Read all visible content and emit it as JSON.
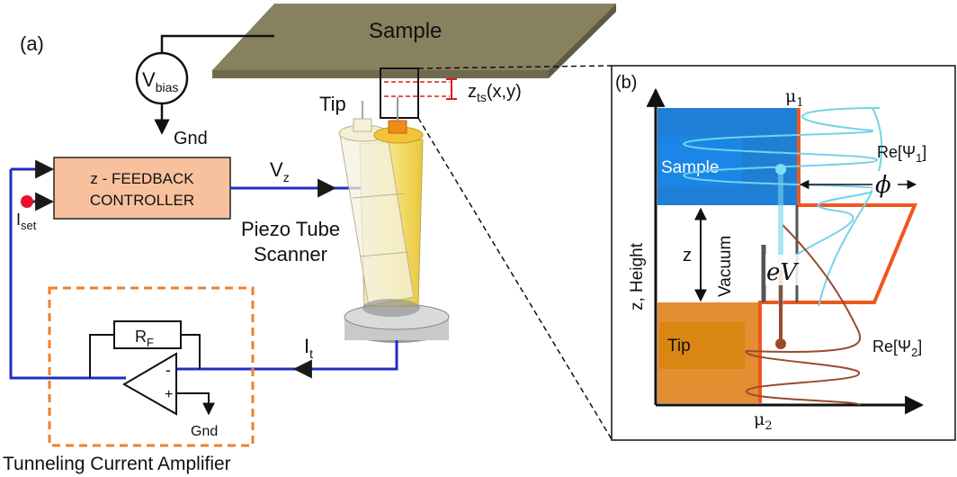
{
  "panel_a": {
    "label": "(a)",
    "sample": "Sample",
    "vbias": {
      "main": "V",
      "sub": "bias"
    },
    "gnd_top": "Gnd",
    "tip": "Tip",
    "zts": {
      "main": "z",
      "sub": "ts",
      "rest": "(x,y)"
    },
    "controller": {
      "line1": "z - FEEDBACK",
      "line2": "CONTROLLER"
    },
    "vz": {
      "main": "V",
      "sub": "z"
    },
    "iset": {
      "main": "I",
      "sub": "set"
    },
    "piezo": {
      "line1": "Piezo Tube",
      "line2": "Scanner"
    },
    "rf": {
      "main": "R",
      "sub": "F"
    },
    "it": {
      "main": "I",
      "sub": "t"
    },
    "gnd_amp": "Gnd",
    "amp_minus": "-",
    "amp_plus": "+",
    "amplifier_caption": "Tunneling Current Amplifier"
  },
  "panel_b": {
    "label": "(b)",
    "mu1": {
      "main": "μ",
      "sub": "1"
    },
    "mu2": {
      "main": "μ",
      "sub": "2"
    },
    "sample": "Sample",
    "tip": "Tip",
    "re_psi1": {
      "pre": "Re[Ψ",
      "sub": "1",
      "post": "]"
    },
    "re_psi2": {
      "pre": "Re[Ψ",
      "sub": "2",
      "post": "]"
    },
    "phi": "ϕ",
    "ev": "eV",
    "z": "z",
    "vacuum": "Vacuum",
    "height_axis": "z, Height"
  },
  "colors": {
    "sample_plate": "#87815f",
    "controller_fill": "#f7c19e",
    "wire_blue": "#1f2fbf",
    "amp_box_orange": "#f07f2a",
    "iset_red": "#e8102a",
    "sample_region": "#1f7fd6",
    "tip_region": "#e38e30",
    "barrier_orange": "#f0561e",
    "psi1_cyan": "#74d2e8",
    "psi2_brown": "#9a4a2c"
  }
}
